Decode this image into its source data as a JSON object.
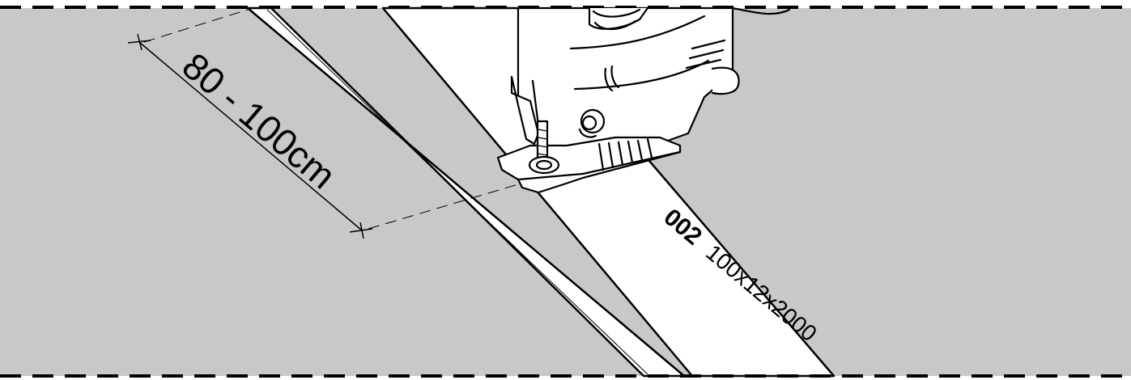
{
  "dimension": {
    "label": "80 - 100cm"
  },
  "part": {
    "number": "002",
    "size": "100x12x2000"
  },
  "colors": {
    "floor": "#c8c8c8",
    "board": "#ffffff",
    "line": "#000000"
  },
  "icons": {
    "tool": "jigsaw-icon"
  }
}
